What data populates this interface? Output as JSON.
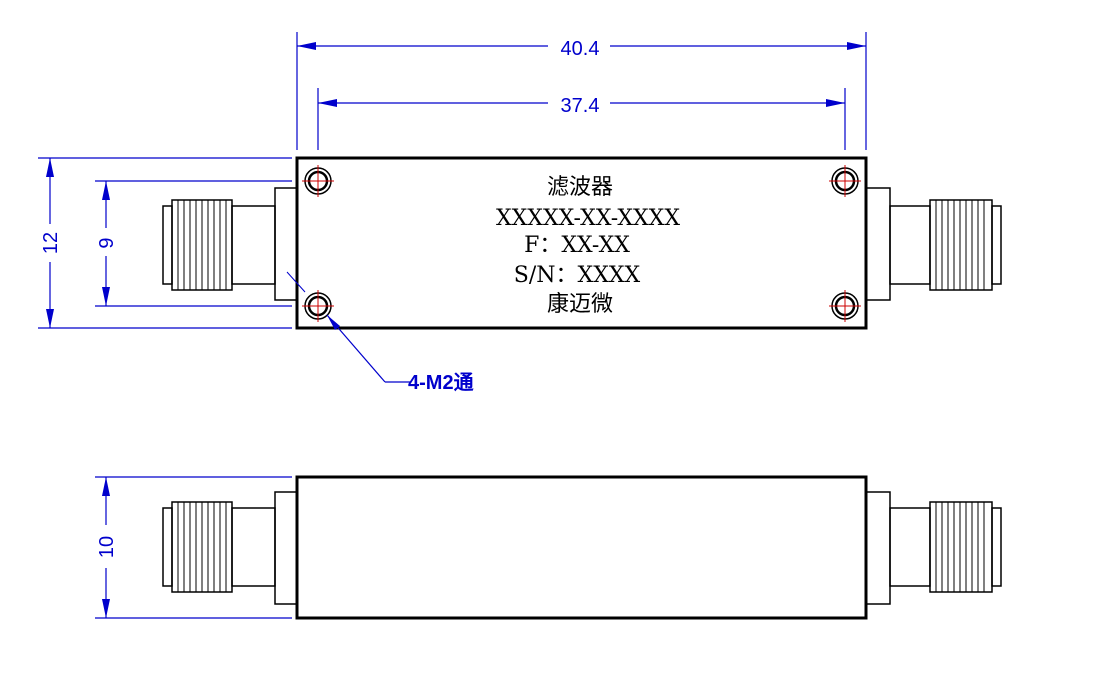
{
  "dimensions": {
    "overall_length": "40.4",
    "hole_spacing_length": "37.4",
    "body_height_top": "12",
    "hole_spacing_height": "9",
    "body_height_side": "10"
  },
  "hole_callout": "4-M2通",
  "label": {
    "line1": "滤波器",
    "line2": "XXXXX-XX-XXXX",
    "line3": "F：XX-XX",
    "line4": "S/N：XXXX",
    "line5": "康迈微"
  },
  "colors": {
    "dimension": "#0000cc",
    "outline": "#000000",
    "centerline": "#cc0000"
  }
}
